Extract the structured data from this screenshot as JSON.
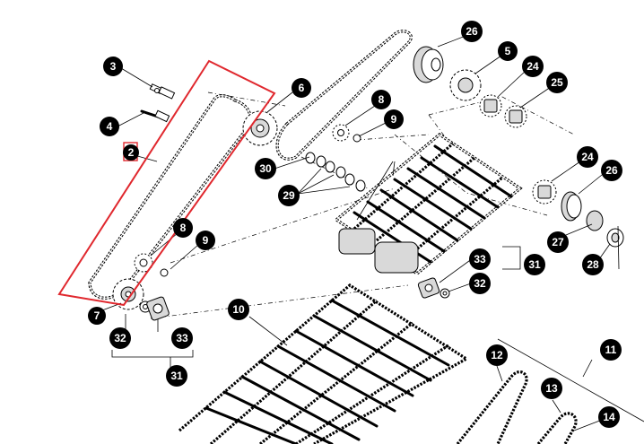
{
  "diagram": {
    "callouts": [
      "3",
      "4",
      "2",
      "6",
      "8",
      "9",
      "26",
      "5",
      "24",
      "25",
      "30",
      "29",
      "24",
      "26",
      "27",
      "28",
      "8",
      "9",
      "7",
      "32",
      "33",
      "31",
      "33",
      "32",
      "31",
      "10",
      "12",
      "11",
      "13",
      "14"
    ],
    "colors": {
      "highlight": "#e0282e",
      "callout_fill": "#000000",
      "callout_text": "#ffffff",
      "line": "#000000"
    }
  }
}
